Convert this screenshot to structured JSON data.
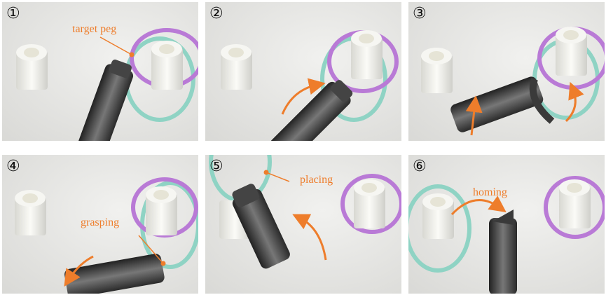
{
  "panels": [
    {
      "step": "①",
      "label": "target peg"
    },
    {
      "step": "②",
      "label": ""
    },
    {
      "step": "③",
      "label": ""
    },
    {
      "step": "④",
      "label": "grasping"
    },
    {
      "step": "⑤",
      "label": "placing"
    },
    {
      "step": "⑥",
      "label": "homing"
    }
  ],
  "colors": {
    "annotation": "#ee7d2b",
    "ring_purple": "#b97ad6",
    "ring_teal": "#8fd3c4",
    "gripper": "#3c3c3c"
  }
}
